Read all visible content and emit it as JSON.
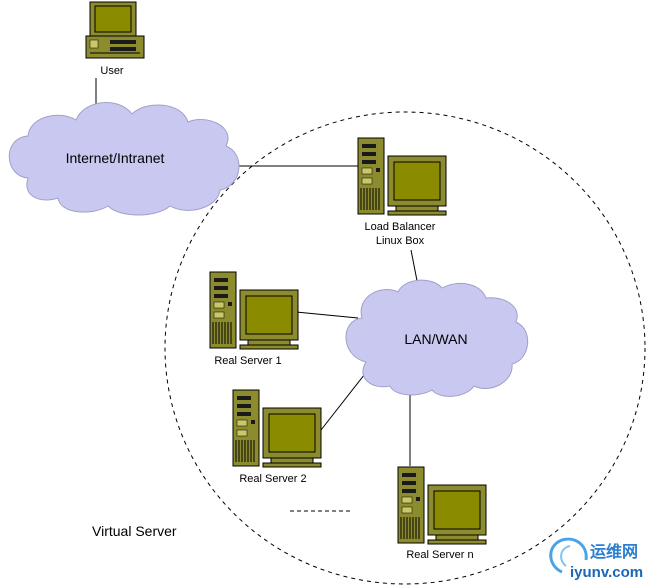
{
  "diagram": {
    "user_label": "User",
    "internet_label": "Internet/Intranet",
    "lb_label_1": "Load Balancer",
    "lb_label_2": "Linux Box",
    "lan_label": "LAN/WAN",
    "rs1_label": "Real Server 1",
    "rs2_label": "Real Server 2",
    "rsn_label": "Real Server n",
    "virtual_label": "Virtual Server",
    "colors": {
      "cloud_fill": "#c8c8f0",
      "equipment": "#8c8c2e",
      "screen": "#8b8b00",
      "outline": "#000000"
    }
  },
  "watermark": {
    "chinese": "运维网",
    "url": "iyunv.com"
  }
}
